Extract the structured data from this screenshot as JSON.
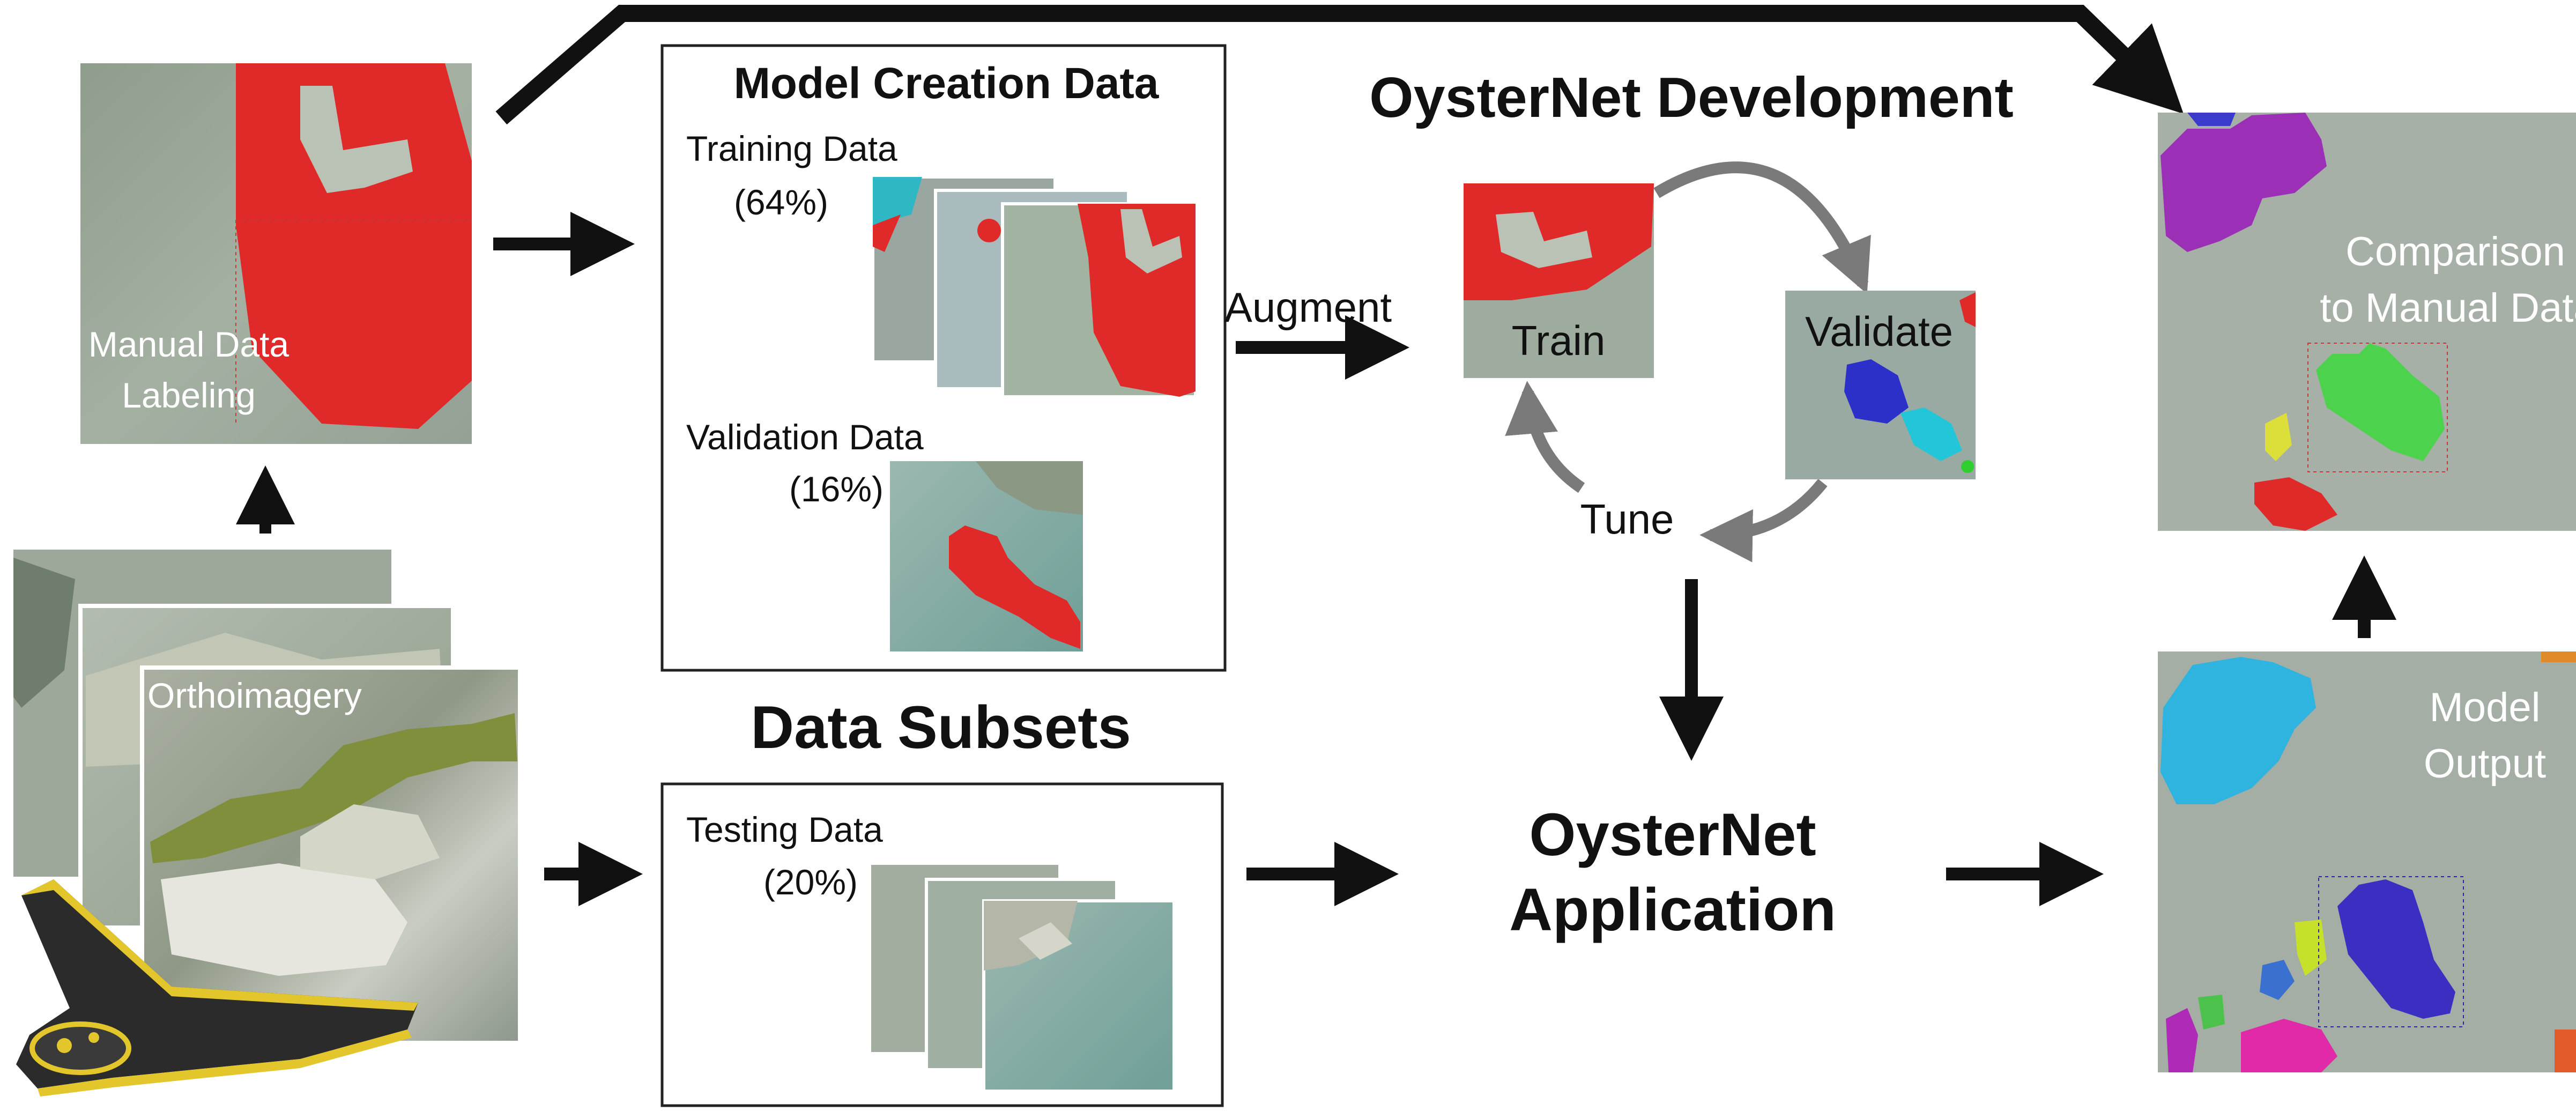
{
  "manual_labeling": {
    "label_line1": "Manual Data",
    "label_line2": "Labeling"
  },
  "orthoimagery": {
    "label": "Orthoimagery"
  },
  "model_creation": {
    "title": "Model Creation Data",
    "training_label": "Training Data",
    "training_pct": "(64%)",
    "validation_label": "Validation Data",
    "validation_pct": "(16%)"
  },
  "data_subsets": {
    "title": "Data Subsets",
    "testing_label": "Testing Data",
    "testing_pct": "(20%)"
  },
  "augment_label": "Augment",
  "development": {
    "title": "OysterNet Development",
    "train_label": "Train",
    "validate_label": "Validate",
    "tune_label": "Tune"
  },
  "application": {
    "line1": "OysterNet",
    "line2": "Application"
  },
  "comparison": {
    "line1": "Comparison",
    "line2": "to Manual Data"
  },
  "model_output": {
    "line1": "Model",
    "line2": "Output"
  },
  "colors": {
    "arrow": "#111111",
    "cycle_arrow": "#7a7a7a",
    "oyster_red": "#e02a2a",
    "aerial_base": "#9aa79a",
    "water": "#7fa9a2"
  }
}
